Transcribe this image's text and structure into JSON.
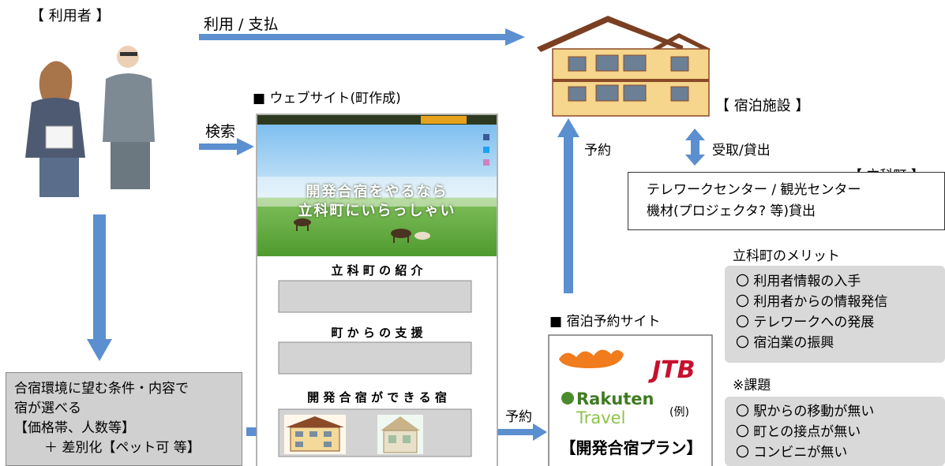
{
  "user": {
    "label": "【 利用者 】"
  },
  "arrows": {
    "use_pay": "利用 / 支払",
    "search": "検索",
    "reserve_top": "予約",
    "reserve_bottom": "予約",
    "lend": "受取/貸出"
  },
  "website": {
    "caption": "■ ウェブサイト(町作成)",
    "hero_line1": "開発合宿をやるなら",
    "hero_line2": "立科町にいらっしゃい",
    "section1": "立 科 町 の 紹 介",
    "section2": "町 か ら の 支 援",
    "section3": "開 発 合 宿 が で き る 宿"
  },
  "facility": {
    "label": "【 宿泊施設 】"
  },
  "town": {
    "label": "【 立科町 】",
    "line1": "テレワークセンター / 観光センター",
    "line2": "機材(プロジェクタ? 等)貸出"
  },
  "merits": {
    "title": "立科町のメリット",
    "items": [
      "〇 利用者情報の入手",
      "〇 利用者からの情報発信",
      "〇 テレワークへの発展",
      "〇 宿泊業の振興"
    ]
  },
  "issues": {
    "title": "※課題",
    "items": [
      "〇 駅からの移動が無い",
      "〇 町との接点が無い",
      "〇 コンビニが無い"
    ]
  },
  "booking": {
    "caption": "■ 宿泊予約サイト",
    "jalan": "じゃらん",
    "jtb": "JTB",
    "rakuten": "Rakuten",
    "travel": "Travel",
    "example": "(例)",
    "plan": "【開発合宿プラン】"
  },
  "conditions": {
    "line1": "合宿環境に望む条件・内容で",
    "line2": "宿が選べる",
    "line3": "【価格帯、人数等】",
    "line4": "＋ 差別化【ペット可 等】"
  },
  "colors": {
    "arrow": "#5b8fd0",
    "arrow_dark": "#3a6fb5",
    "box": "#d9d9d9"
  }
}
